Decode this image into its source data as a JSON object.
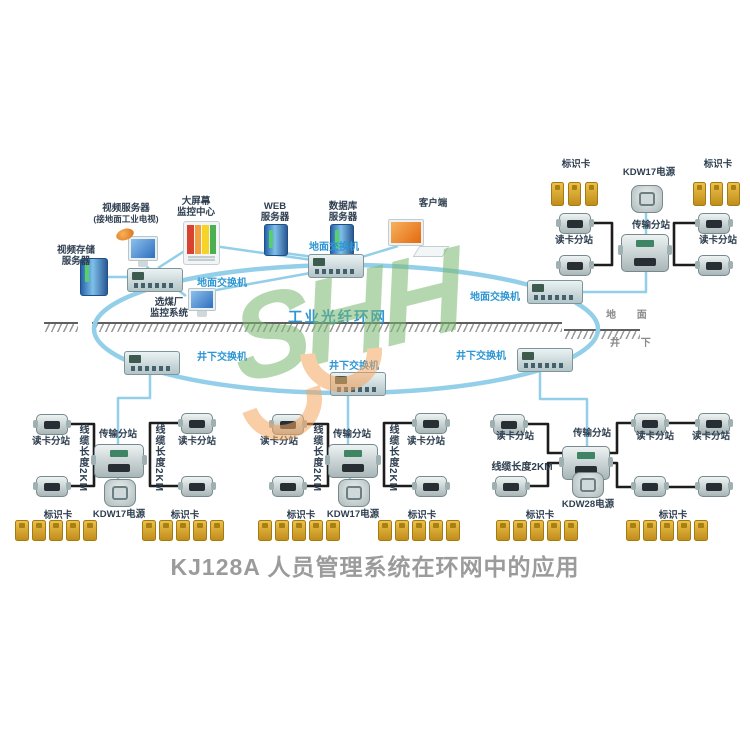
{
  "title": "KJ128A 人员管理系统在环网中的应用",
  "ring": {
    "label": "工业光纤环网",
    "surface": "地 面",
    "underground": "井 下"
  },
  "watermark": "SHH",
  "labels": {
    "video_storage_l1": "视频存储",
    "video_storage_l2": "服务器",
    "video_server_l1": "视频服务器",
    "video_server_l2": "(接地面工业电视)",
    "big_screen_l1": "大屏幕",
    "big_screen_l2": "监控中心",
    "web_l1": "WEB",
    "web_l2": "服务器",
    "db_l1": "数据库",
    "db_l2": "服务器",
    "client": "客户端",
    "coal_l1": "选煤厂",
    "coal_l2": "监控系统",
    "ground_switch": "地面交换机",
    "underground_switch": "井下交换机",
    "transmission_station": "传输分站",
    "reader_station": "读卡分站",
    "id_card": "标识卡",
    "kdw17": "KDW17电源",
    "kdw28": "KDW28电源",
    "cable_v1": "线缆长度",
    "cable_v2": "2KM",
    "cable_h": "线缆长度2KM"
  },
  "colors": {
    "ring": "#93cfe8",
    "label_blue": "#2d96d3",
    "label_dark": "#2e3f50",
    "card_gold": "#d9a62a",
    "title_gray": "#9b9b9b",
    "watermark_green": "#7ab86e",
    "watermark_orange": "#f5a55f"
  }
}
